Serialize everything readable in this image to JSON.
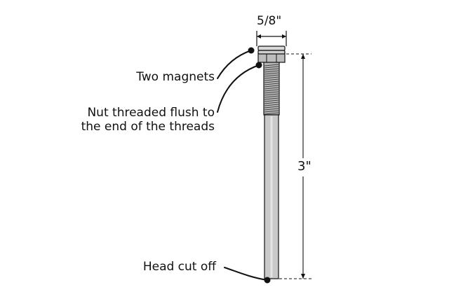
{
  "dimensions": {
    "width_label": "5/8\"",
    "length_label": "3\""
  },
  "callouts": {
    "magnets": "Two magnets",
    "nut_line1": "Nut threaded flush to",
    "nut_line2": "the end of the threads",
    "head": "Head cut off"
  },
  "colors": {
    "line": "#111111",
    "rod": "#c9c9c9",
    "nut": "#bdbdbd",
    "magnet": "#d9d9d9"
  }
}
